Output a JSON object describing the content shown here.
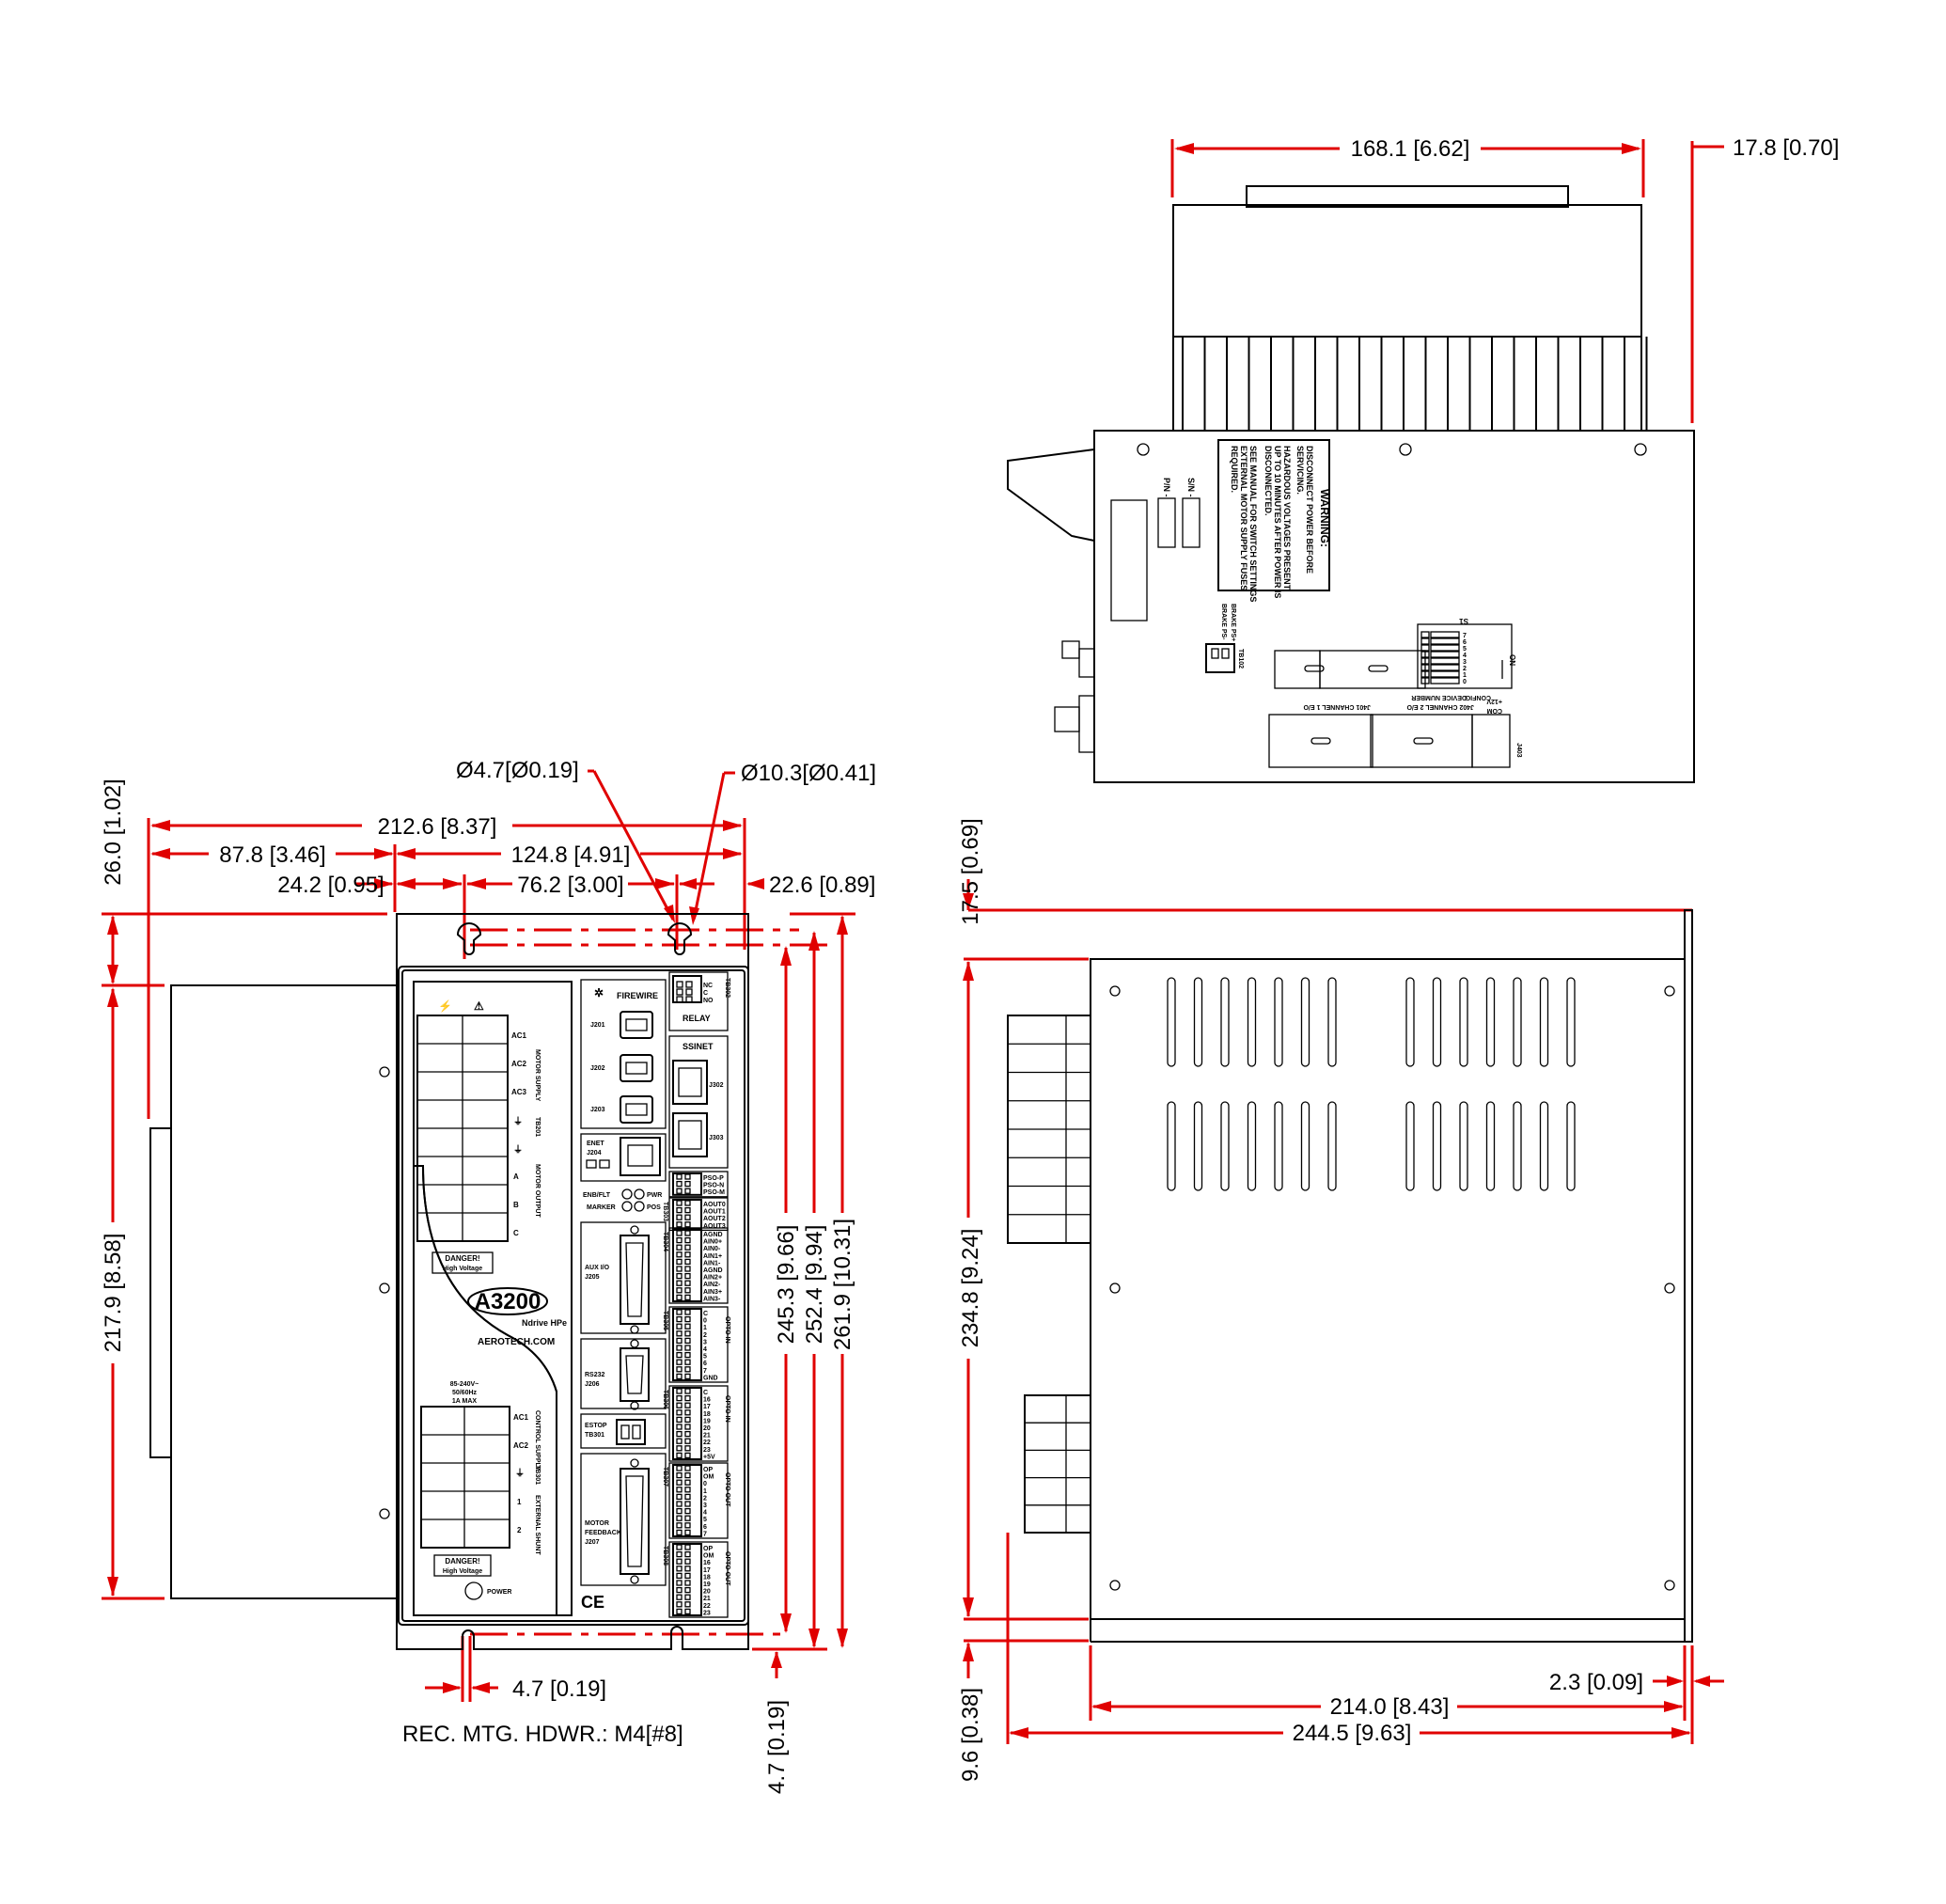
{
  "dimensions": {
    "front_total_width": "212.6 [8.37]",
    "front_left_to_mount": "87.8 [3.46]",
    "front_mount_span": "124.8 [4.91]",
    "front_edge_to_hole": "24.2 [0.95]",
    "front_hole_spacing": "76.2 [3.00]",
    "front_right_offset": "22.6 [0.89]",
    "front_small_hole": "Ø4.7[Ø0.19]",
    "front_large_hole": "Ø10.3[Ø0.41]",
    "front_top_offset": "26.0 [1.02]",
    "front_heatsink_height": "217.9 [8.58]",
    "front_hole_to_hole_v": "245.3 [9.66]",
    "front_hole_to_bottom": "252.4 [9.94]",
    "front_total_height": "261.9 [10.31]",
    "front_slot_width": "4.7 [0.19]",
    "front_slot_depth": "4.7 [0.19]",
    "top_width": "168.1 [6.62]",
    "top_flange": "17.8 [0.70]",
    "side_top_offset": "17.5 [0.69]",
    "side_height": "234.8 [9.24]",
    "side_bottom_offset": "9.6 [0.38]",
    "side_flange": "2.3 [0.09]",
    "side_body_depth": "214.0 [8.43]",
    "side_total_depth": "244.5 [9.63]"
  },
  "notes": {
    "mounting_hardware": "REC. MTG. HDWR.: M4[#8]"
  },
  "front_panel": {
    "brand": "A3200",
    "model": "Ndrive HPe",
    "website": "AEROTECH.COM",
    "danger": "DANGER!",
    "high_voltage": "High Voltage",
    "firewire": "FIREWIRE",
    "relay": "RELAY",
    "ssinet": "SSINET",
    "j201": "J201",
    "j202": "J202",
    "j203": "J203",
    "enet": "ENET",
    "j204": "J204",
    "j302": "J302",
    "j303": "J303",
    "ac1": "AC1",
    "ac2": "AC2",
    "ac3": "AC3",
    "motor_a": "A",
    "motor_b": "B",
    "motor_c": "C",
    "motor_supply": "MOTOR SUPPLY",
    "motor_output": "MOTOR OUTPUT",
    "tb201": "TB201",
    "aux_io": "AUX I/O",
    "j205": "J205",
    "rs232": "RS232",
    "j206": "J206",
    "estop": "ESTOP",
    "tb301": "TB301",
    "motor_feedback": "MOTOR",
    "feedback": "FEEDBACK",
    "j207": "J207",
    "enb_flt": "ENB/FLT",
    "pwr": "PWR",
    "marker": "MARKER",
    "pos": "POS",
    "voltage": "85-240V~",
    "freq": "50/60Hz",
    "current": "1A MAX",
    "control_supply": "CONTROL SUPPLY",
    "external_shunt": "EXTERNAL SHUNT",
    "tb301_lbl": "TB301",
    "term_1": "1",
    "term_2": "2",
    "power": "POWER",
    "ce": "CE",
    "opto_in": "OPTO IN",
    "opto_out": "OPTO OUT",
    "relay_pins": [
      "NC",
      "C",
      "NO"
    ],
    "pso_pins": [
      "PSO-P",
      "PSO-N",
      "PSO-M"
    ],
    "aout_pins": [
      "AOUT0",
      "AOUT1",
      "AOUT2",
      "AOUT3"
    ],
    "ain_pins": [
      "AGND",
      "AIN0+",
      "AIN0-",
      "AIN1+",
      "AIN1-",
      "AGND",
      "AIN2+",
      "AIN2-",
      "AIN3+",
      "AIN3-"
    ],
    "optoin_a_pins": [
      "C",
      "0",
      "1",
      "2",
      "3",
      "4",
      "5",
      "6",
      "7",
      "GND"
    ],
    "optoin_b_pins": [
      "C",
      "16",
      "17",
      "18",
      "19",
      "20",
      "21",
      "22",
      "23",
      "+5V"
    ],
    "optoout_a_pins": [
      "OP",
      "OM",
      "0",
      "1",
      "2",
      "3",
      "4",
      "5",
      "6",
      "7"
    ],
    "optoout_b_pins": [
      "OP",
      "OM",
      "16",
      "17",
      "18",
      "19",
      "20",
      "21",
      "22",
      "23"
    ],
    "tb_labels": [
      "TB302",
      "TB303",
      "TB304",
      "TB305",
      "TB306",
      "TB307",
      "TB308"
    ]
  },
  "top_view": {
    "warning_title": "WARNING:",
    "warning_lines": [
      "DISCONNECT POWER BEFORE",
      "SERVICING.",
      "HAZARDOUS VOLTAGES PRESENT",
      "UP TO 10 MINUTES AFTER POWER IS",
      "DISCONNECTED.",
      "SEE MANUAL FOR SWITCH SETTINGS",
      "EXTERNAL MOTOR SUPPLY FUSES",
      "REQUIRED."
    ],
    "pn": "P/N -",
    "sn": "S/N -",
    "brake_plus": "BRAKE PS+",
    "brake_minus": "BRAKE PS-",
    "tb102": "TB102",
    "s1": "S1",
    "on": "ON",
    "config": "CONFIG",
    "device_number": "DEVICE NUMBER",
    "switch_digits": [
      "7",
      "6",
      "5",
      "4",
      "3",
      "2",
      "1",
      "0"
    ],
    "j401": "J401 CHANNEL 1 E/O",
    "j402": "J402 CHANNEL 2 E/O",
    "j403": "J403",
    "plus12v": "+12V",
    "com": "COM"
  }
}
